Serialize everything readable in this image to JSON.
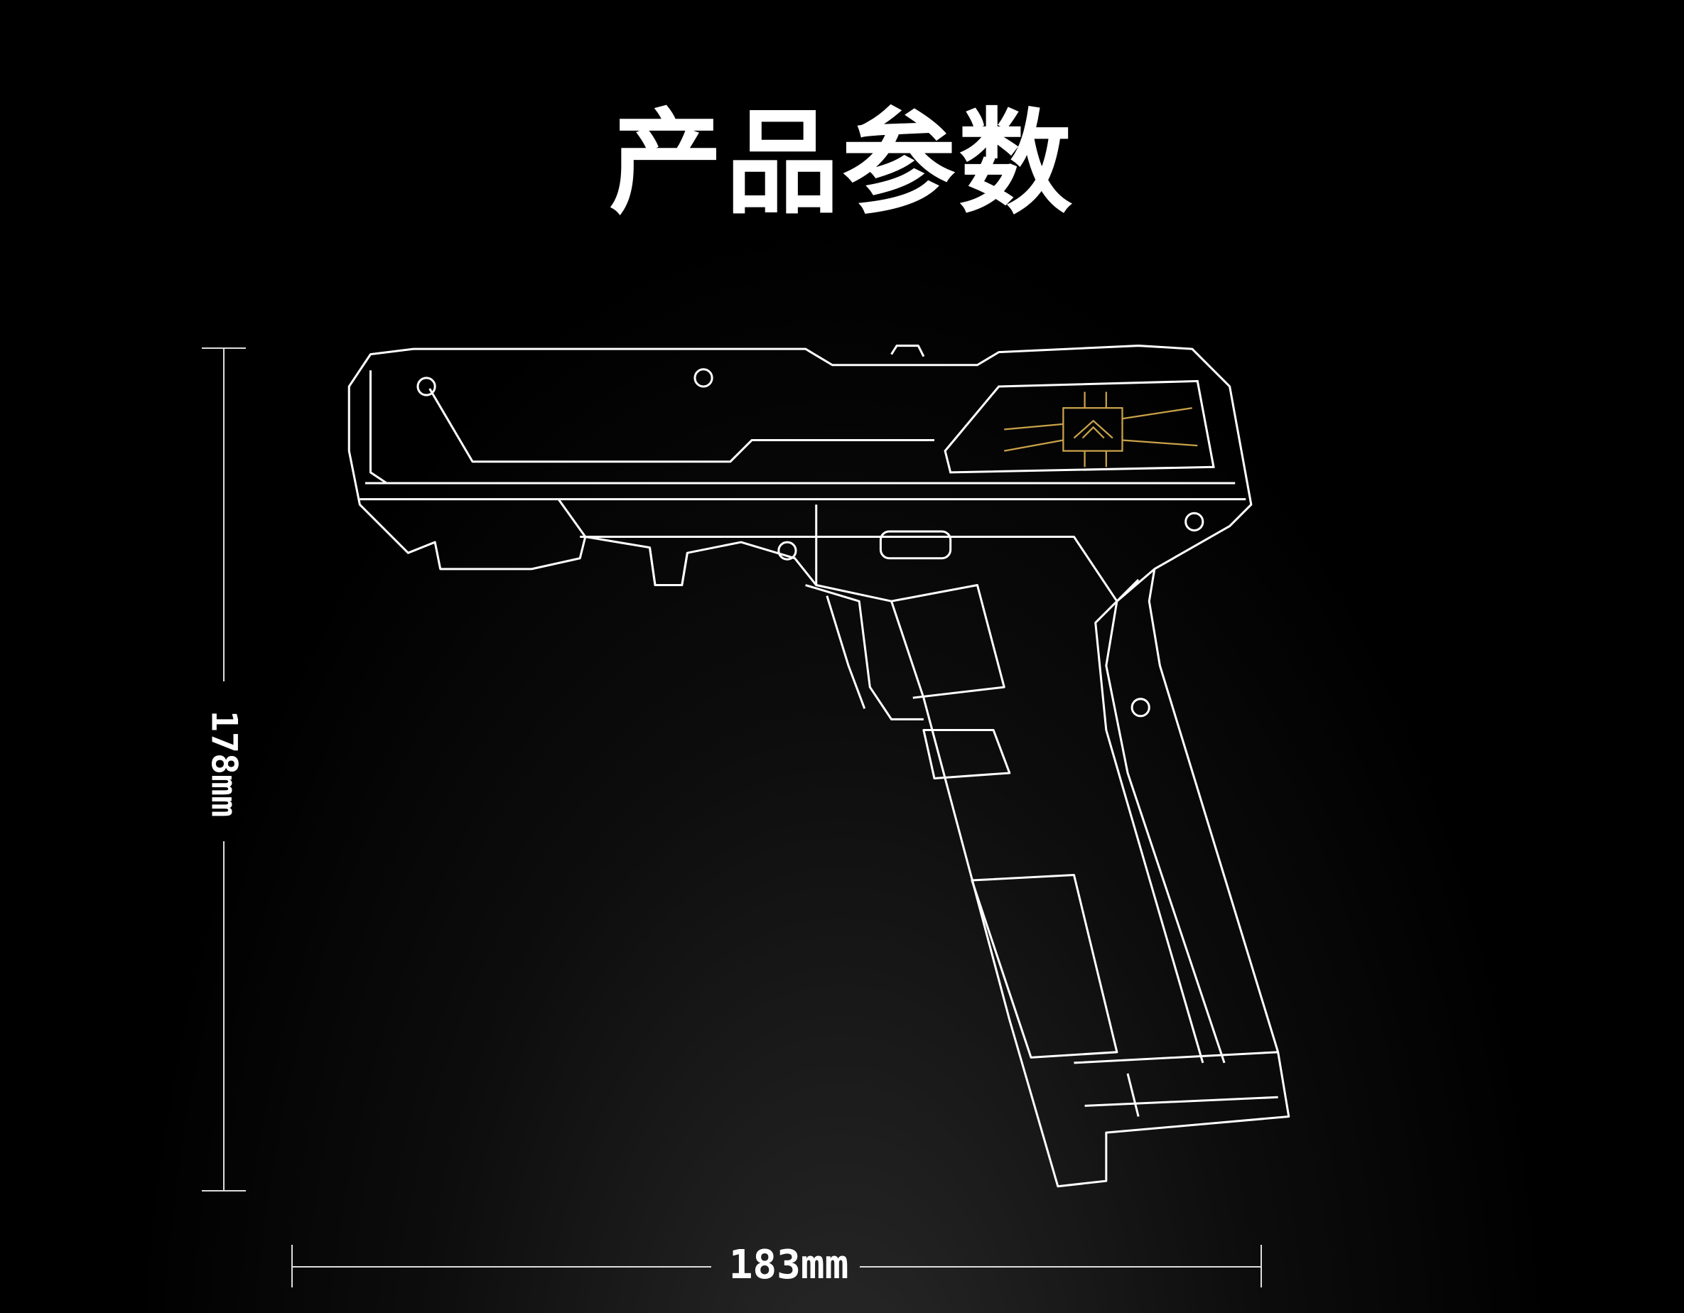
{
  "title": "产品参数",
  "dimensions": {
    "height_label": "178mm",
    "width_label": "183mm"
  },
  "colors": {
    "background": "#000000",
    "outline": "#ffffff",
    "chip_accent": "#c9a24a"
  }
}
